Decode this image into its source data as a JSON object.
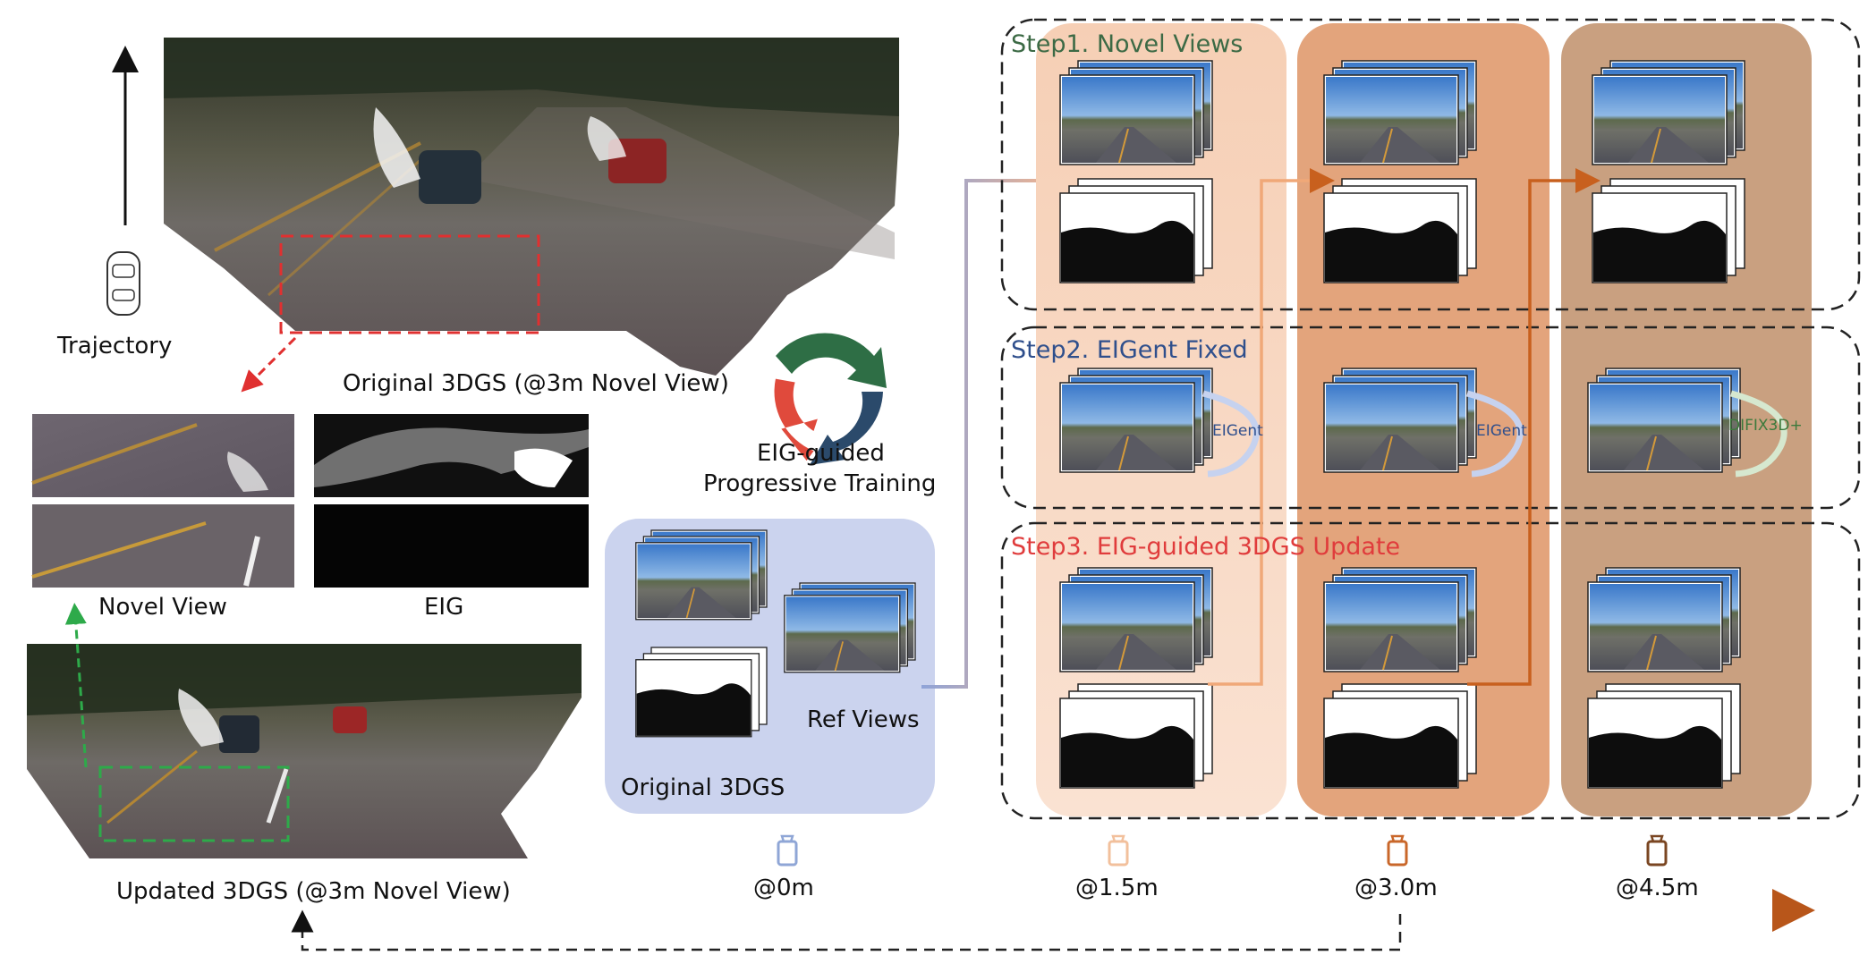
{
  "labels": {
    "trajectory": "Trajectory",
    "original_3dgs_top": "Original 3DGS (@3m Novel View)",
    "novel_view": "Novel View",
    "eig": "EIG",
    "updated_3dgs": "Updated 3DGS (@3m Novel View)",
    "eig_guided_line1": "EIG-guided",
    "eig_guided_line2": "Progressive Training",
    "original_3dgs": "Original 3DGS",
    "ref_views": "Ref Views"
  },
  "steps": {
    "step1": "Step1. Novel Views",
    "step2": "Step2. EIGent Fixed",
    "step3": "Step3. EIG-guided 3DGS Update"
  },
  "fixers": {
    "col1": "EIGent",
    "col2": "EIGent",
    "col3": "DIFIX3D+"
  },
  "distances": {
    "d0": "@0m",
    "d1": "@1.5m",
    "d2": "@3.0m",
    "d3": "@4.5m"
  },
  "colors": {
    "ref_panel": "#cbd3ee",
    "col1": "#f7d4bd",
    "col2": "#e3a47c",
    "col3": "#c9a080",
    "step1_text": "#3c6a45",
    "step2_text": "#2f4f8c",
    "step3_text": "#e03c3c",
    "red_dash": "#e03030",
    "green_dash": "#2eaa4a",
    "arrow_brown": "#c8601e",
    "cam0": "#8fa6d6",
    "cam1": "#f2c09c",
    "cam2": "#c9672a",
    "cam3": "#7a4622",
    "recycle_green": "#2e6e45",
    "recycle_red": "#e04a3c",
    "recycle_blue": "#2b4a6b"
  }
}
